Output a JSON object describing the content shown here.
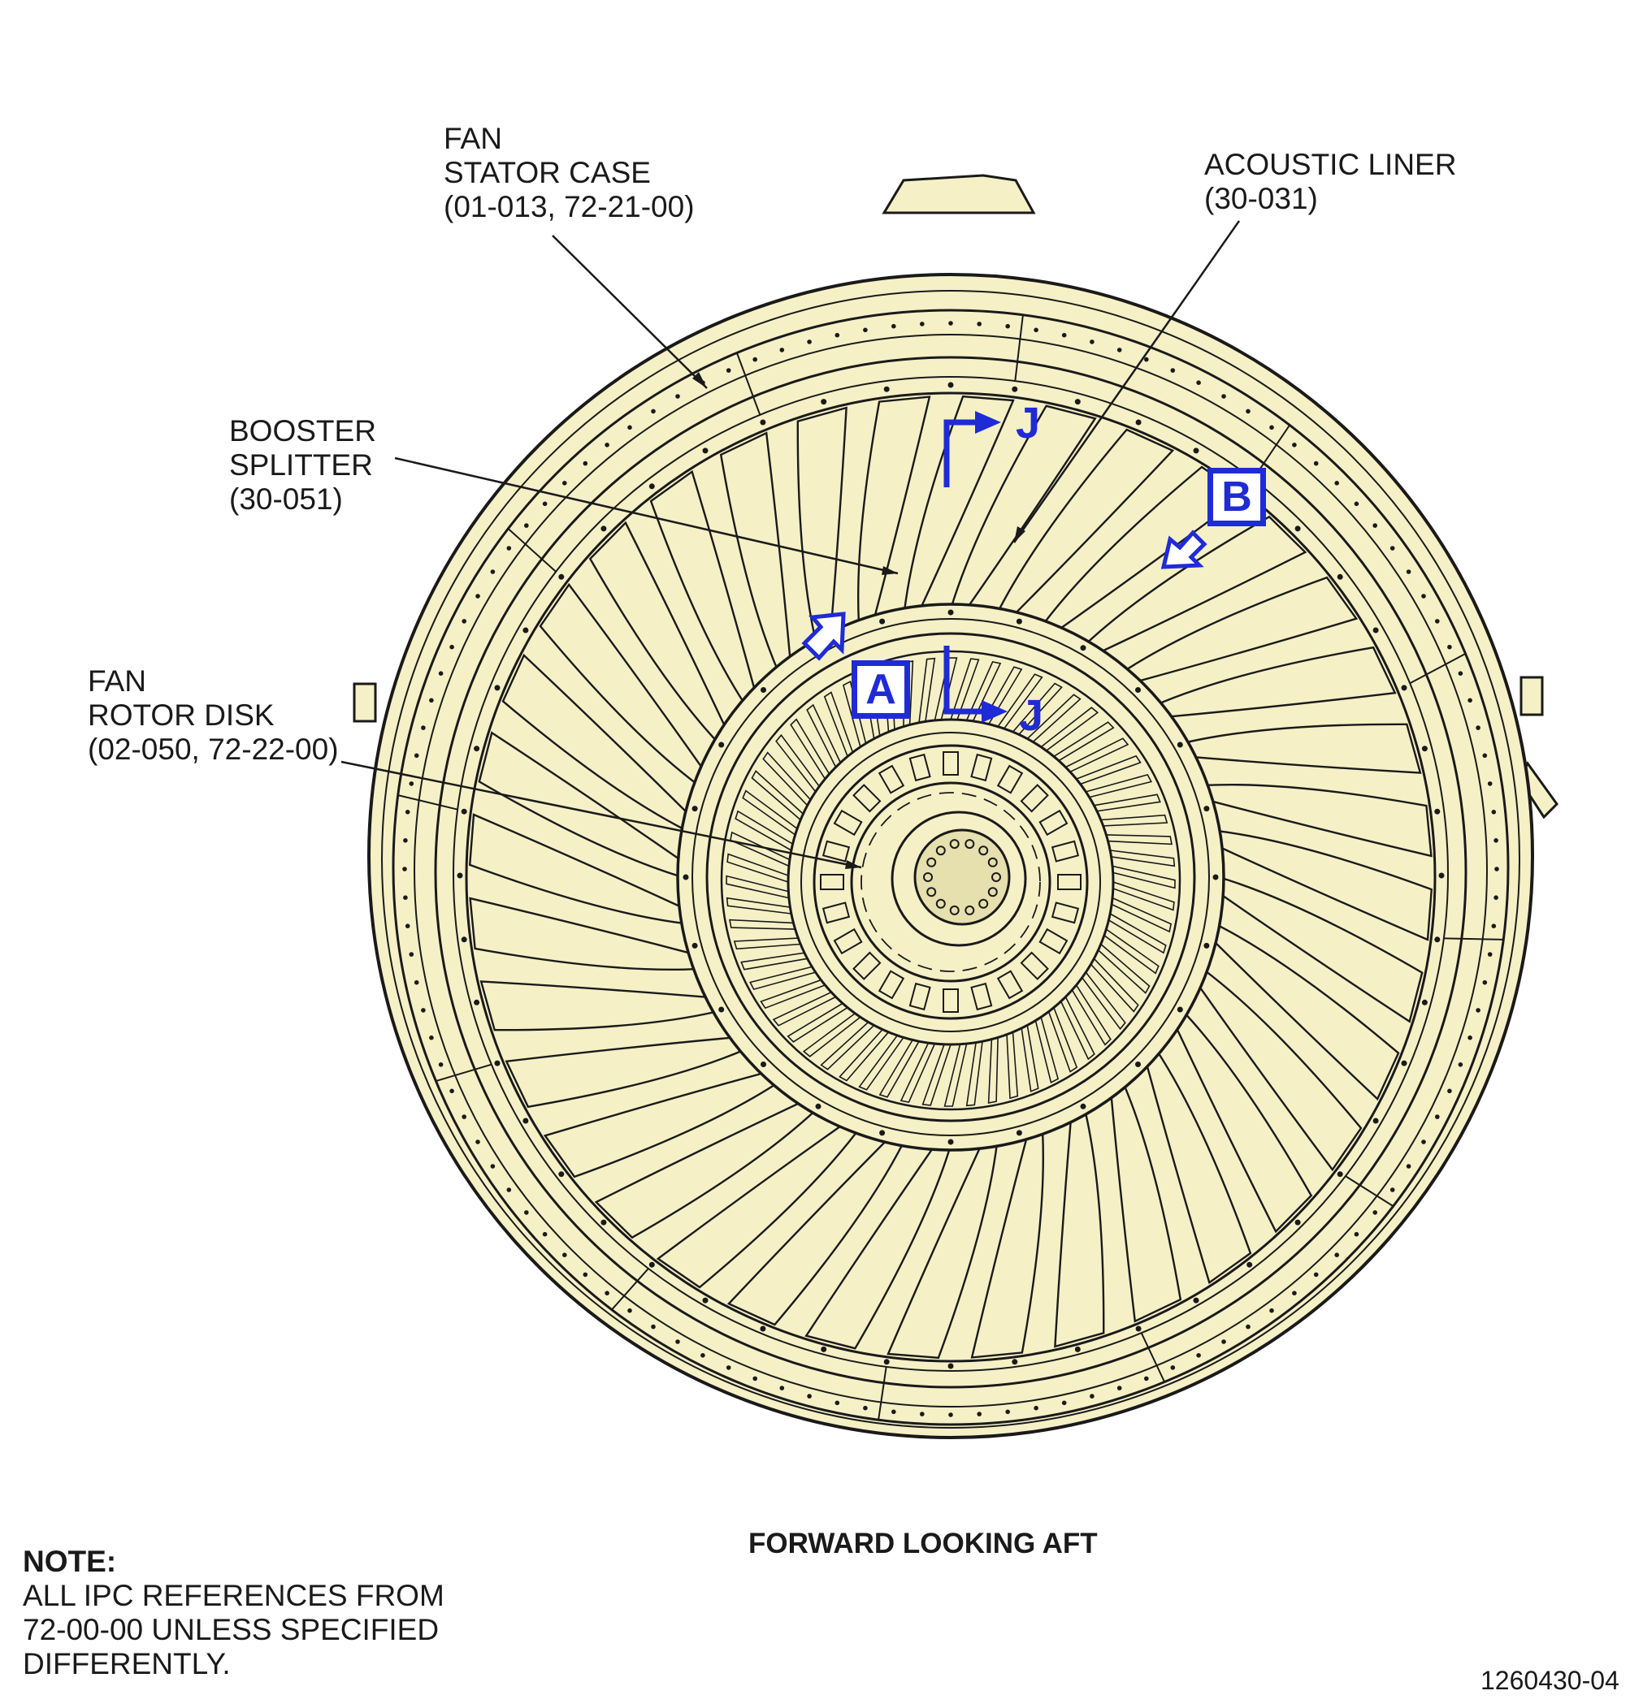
{
  "callouts": {
    "fan_stator_case": [
      "FAN",
      "STATOR CASE",
      "(01-013, 72-21-00)"
    ],
    "acoustic_liner": [
      "ACOUSTIC LINER",
      "(30-031)"
    ],
    "booster_splitter": [
      "BOOSTER",
      "SPLITTER",
      "(30-051)"
    ],
    "fan_rotor_disk": [
      "FAN",
      "ROTOR DISK",
      "(02-050, 72-22-00)"
    ]
  },
  "view_title": "FORWARD LOOKING AFT",
  "note": {
    "heading": "NOTE:",
    "lines": [
      "ALL IPC REFERENCES FROM",
      "72-00-00 UNLESS SPECIFIED",
      "DIFFERENTLY."
    ]
  },
  "figure_number": "1260430-04",
  "detail_refs": {
    "a": "A",
    "b": "B"
  },
  "section_ref": "J",
  "colors": {
    "part_fill": "#f5f0c6",
    "line": "#1a1a1a",
    "reference_blue": "#1f2bd6"
  },
  "engine": {
    "fan_blade_count": 36,
    "booster_vane_count": 64
  }
}
